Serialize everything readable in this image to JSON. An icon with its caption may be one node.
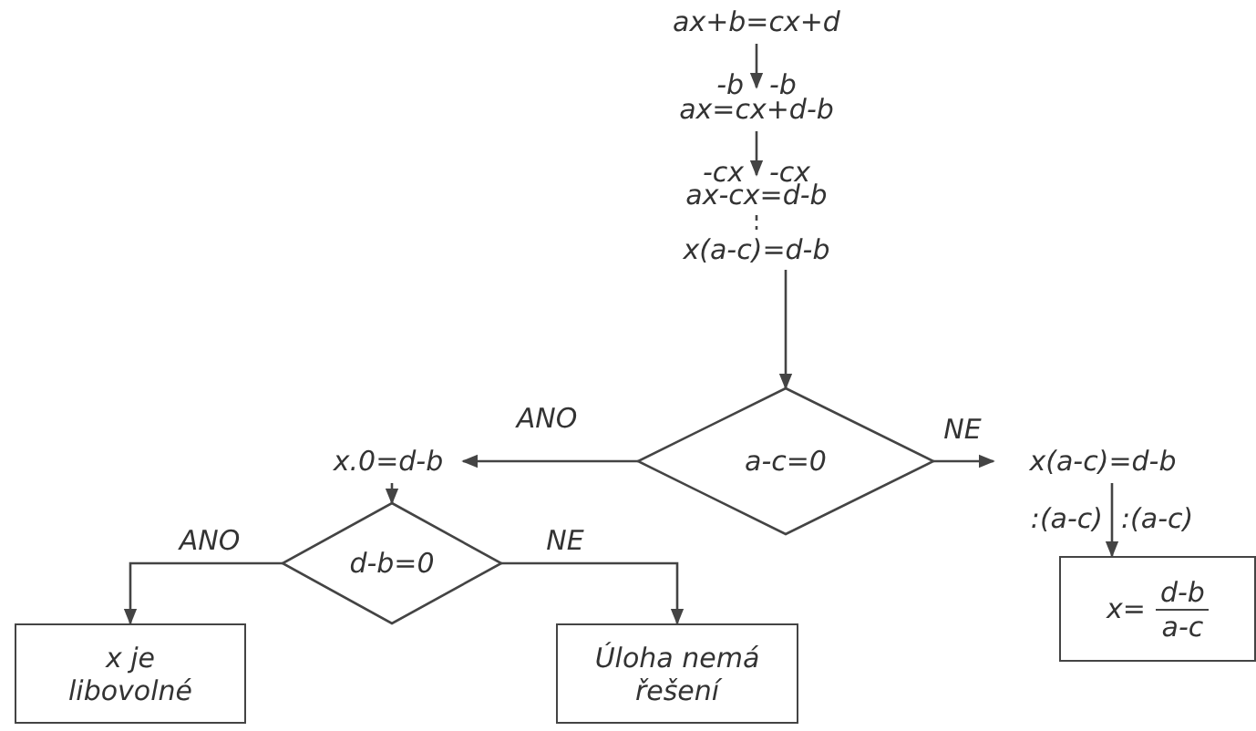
{
  "diagram": {
    "nodes": [
      {
        "text": [
          "ax+b=cx+d"
        ]
      },
      {
        "text": [
          "ax=cx+d-b"
        ]
      },
      {
        "text": [
          "ax-cx=d-b"
        ]
      },
      {
        "text": [
          "x(a-c)=d-b"
        ]
      },
      {
        "text": [
          "a-c=0"
        ]
      },
      {
        "text": [
          "x.0=d-b"
        ]
      },
      {
        "text": [
          "d-b=0"
        ]
      },
      {
        "text": [
          "x je libovolné"
        ]
      },
      {
        "text": [
          "Úloha nemá řešení"
        ]
      },
      {
        "text": [
          "x(a-c)=d-b"
        ]
      },
      {
        "text": [
          "x=",
          "d-b",
          "a-c"
        ]
      }
    ],
    "edges": [
      {
        "from": 0,
        "to": 1,
        "arrow": "to"
      },
      {
        "from": 1,
        "to": 2,
        "arrow": "to"
      },
      {
        "from": 2,
        "to": 3,
        "arrow": "none",
        "style": "dashed"
      },
      {
        "from": 3,
        "to": 4,
        "arrow": "to"
      },
      {
        "from": 4,
        "to": 5,
        "arrow": "to",
        "label": "ANO"
      },
      {
        "from": 4,
        "to": 9,
        "arrow": "to",
        "label": "NE"
      },
      {
        "from": 5,
        "to": 6,
        "arrow": "to"
      },
      {
        "from": 6,
        "to": 7,
        "arrow": "to",
        "label": "ANO"
      },
      {
        "from": 6,
        "to": 8,
        "arrow": "to",
        "label": "NE"
      },
      {
        "from": 9,
        "to": 10,
        "arrow": "to"
      }
    ],
    "labels": [
      "-b",
      "-b",
      "-cx",
      "-cx",
      ":(a-c)",
      ":(a-c)"
    ]
  }
}
